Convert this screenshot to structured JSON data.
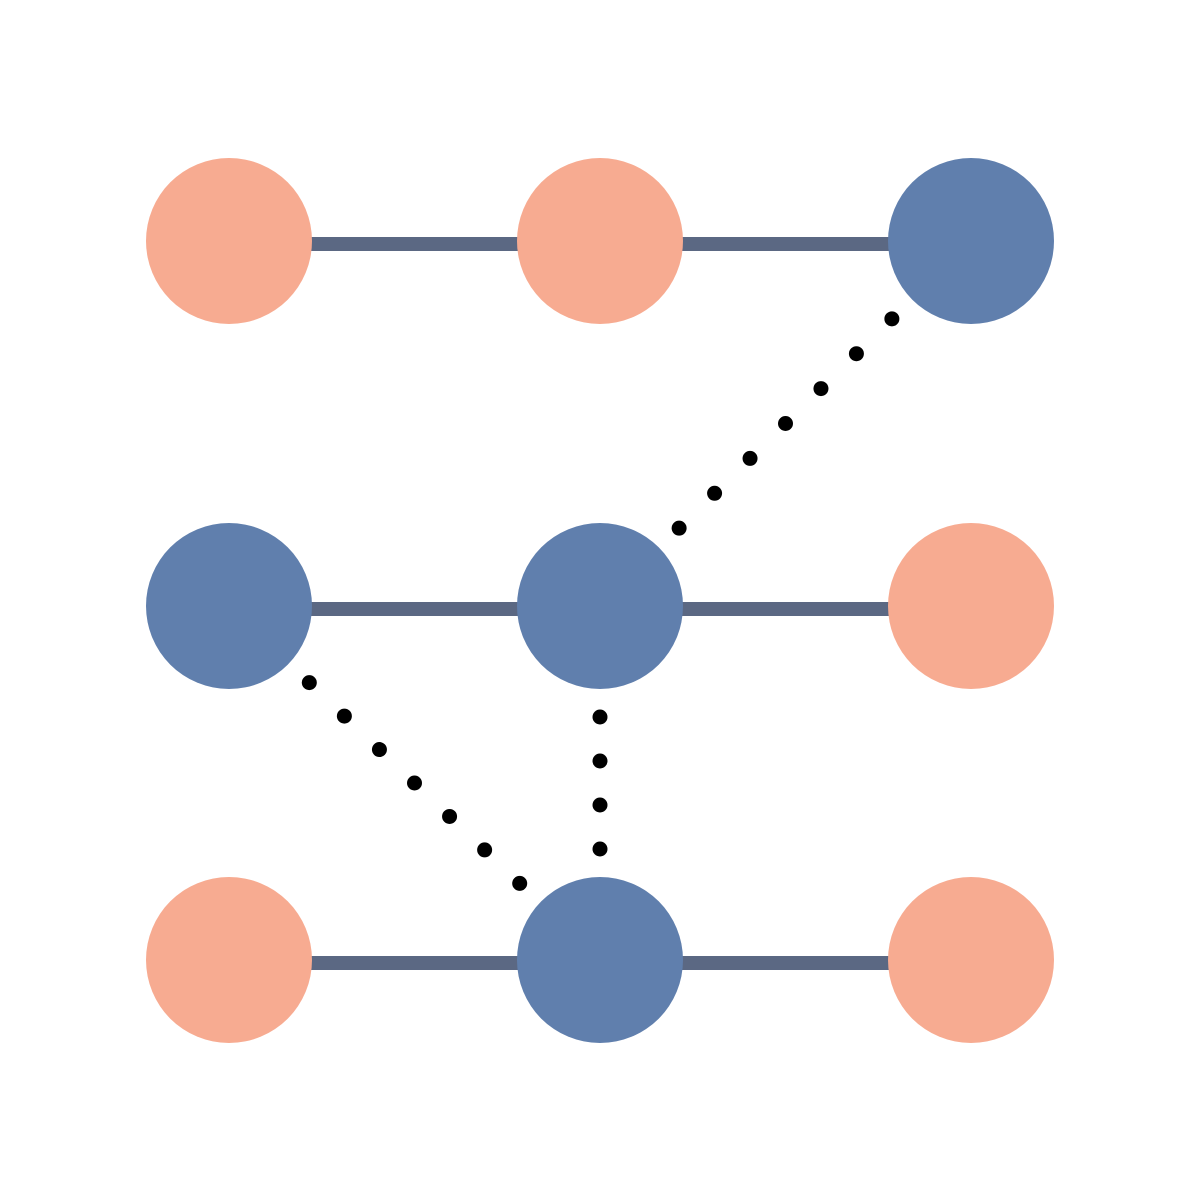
{
  "colors": {
    "background": "#ffffff",
    "node_salmon": "#F7AB91",
    "node_blue": "#607FAD",
    "edge_solid": "#5B6883",
    "edge_dotted": "#000000"
  },
  "diagram": {
    "grid": {
      "rows": 3,
      "cols": 3
    },
    "nodes": [
      {
        "id": "r1c1",
        "row": 0,
        "col": 0,
        "color": "node_salmon"
      },
      {
        "id": "r1c2",
        "row": 0,
        "col": 1,
        "color": "node_salmon"
      },
      {
        "id": "r1c3",
        "row": 0,
        "col": 2,
        "color": "node_blue"
      },
      {
        "id": "r2c1",
        "row": 1,
        "col": 0,
        "color": "node_blue"
      },
      {
        "id": "r2c2",
        "row": 1,
        "col": 1,
        "color": "node_blue"
      },
      {
        "id": "r2c3",
        "row": 1,
        "col": 2,
        "color": "node_salmon"
      },
      {
        "id": "r3c1",
        "row": 2,
        "col": 0,
        "color": "node_salmon"
      },
      {
        "id": "r3c2",
        "row": 2,
        "col": 1,
        "color": "node_blue"
      },
      {
        "id": "r3c3",
        "row": 2,
        "col": 2,
        "color": "node_salmon"
      }
    ],
    "solid_edges": [
      {
        "from": "r1c1",
        "to": "r1c2"
      },
      {
        "from": "r1c2",
        "to": "r1c3"
      },
      {
        "from": "r2c1",
        "to": "r2c2"
      },
      {
        "from": "r2c2",
        "to": "r2c3"
      },
      {
        "from": "r3c1",
        "to": "r3c2"
      },
      {
        "from": "r3c2",
        "to": "r3c3"
      }
    ],
    "dotted_edges": [
      {
        "from": "r1c3",
        "to": "r2c2"
      },
      {
        "from": "r2c1",
        "to": "r3c2"
      },
      {
        "from": "r2c2",
        "to": "r3c2"
      }
    ]
  }
}
